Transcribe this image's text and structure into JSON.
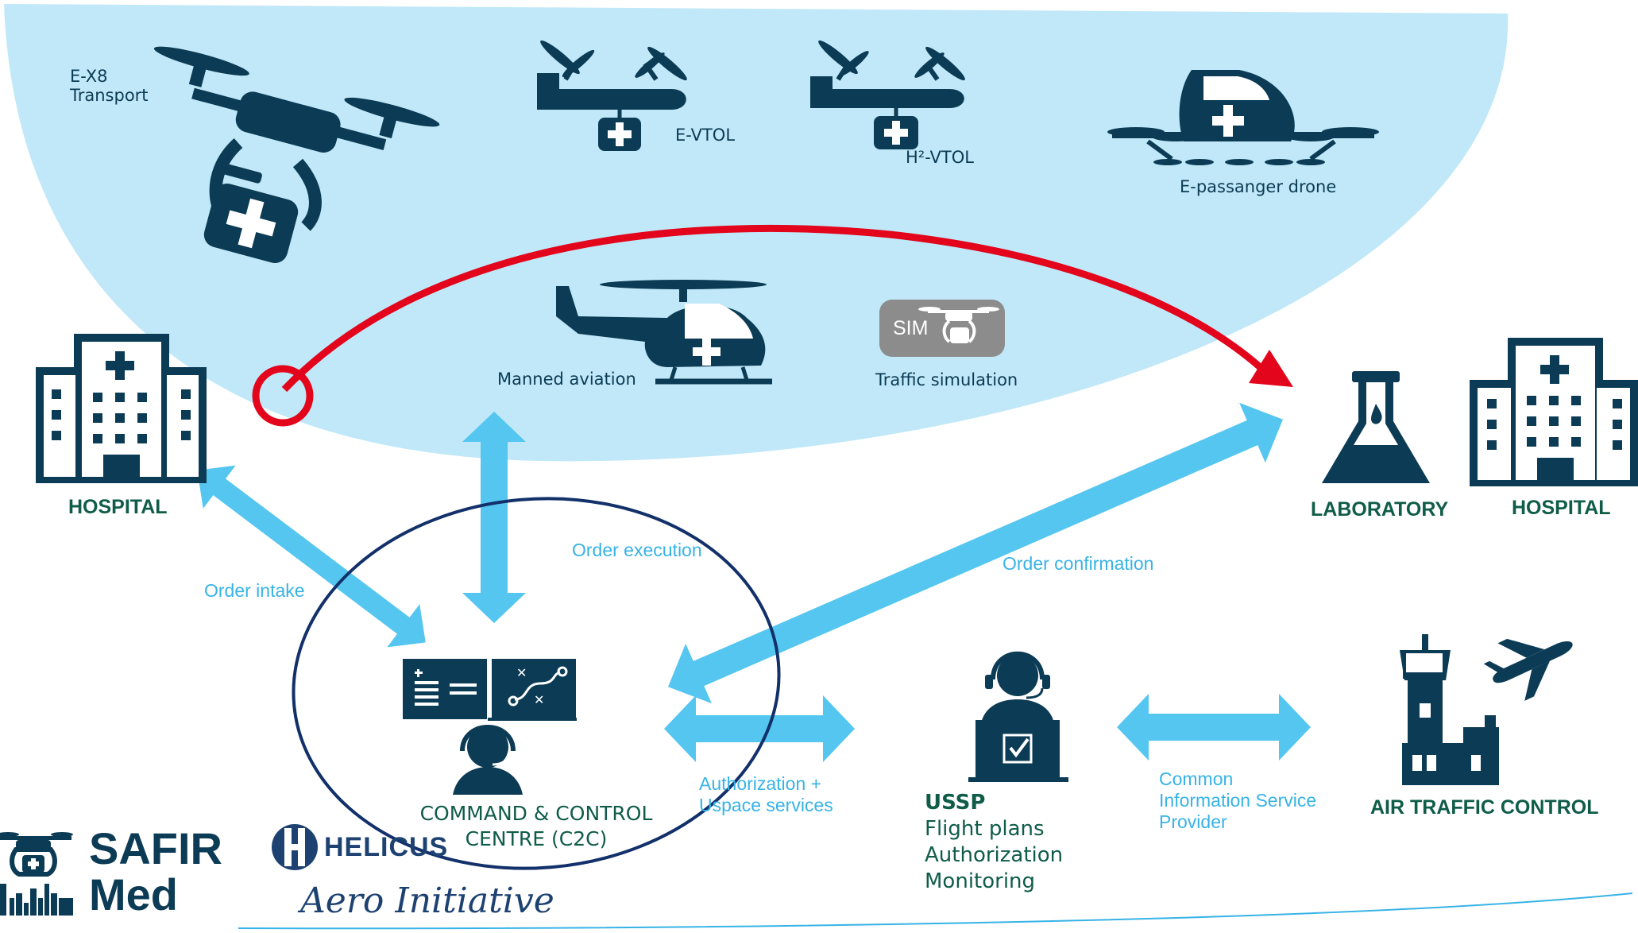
{
  "vehicles": {
    "ex8_line1": "E-X8",
    "ex8_line2": "Transport",
    "evtol": "E-VTOL",
    "h2vtol": "H²-VTOL",
    "epassenger": "E-passanger drone",
    "manned": "Manned aviation",
    "sim_badge": "SIM",
    "traffic_sim": "Traffic simulation"
  },
  "nodes": {
    "hospital_left": "HOSPITAL",
    "laboratory": "LABORATORY",
    "hospital_right": "HOSPITAL",
    "c2c_line1": "COMMAND & CONTROL",
    "c2c_line2": "CENTRE (C2C)",
    "atc": "AIR TRAFFIC CONTROL"
  },
  "flows": {
    "order_intake": "Order intake",
    "order_execution": "Order execution",
    "order_confirmation": "Order confirmation",
    "authorization_line1": "Authorization +",
    "authorization_line2": "Uspace services",
    "cis_line1": "Common",
    "cis_line2": "Information Service",
    "cis_line3": "Provider"
  },
  "ussp": {
    "title": "USSP",
    "item1": "Flight plans",
    "item2": "Authorization",
    "item3": "Monitoring"
  },
  "logos": {
    "safir_line1": "SAFIR",
    "safir_line2": "Med",
    "helicus": "HELICUS",
    "aero": "Aero Initiative"
  },
  "colors": {
    "dark_navy": "#0c3b55",
    "airspace": "#c0e8f8",
    "flow_arrow": "#55c6f0",
    "flight_path": "#e3051b",
    "label_green": "#0f5c48",
    "label_blue": "#37b3e6",
    "sim_badge": "#8c8c8c"
  }
}
